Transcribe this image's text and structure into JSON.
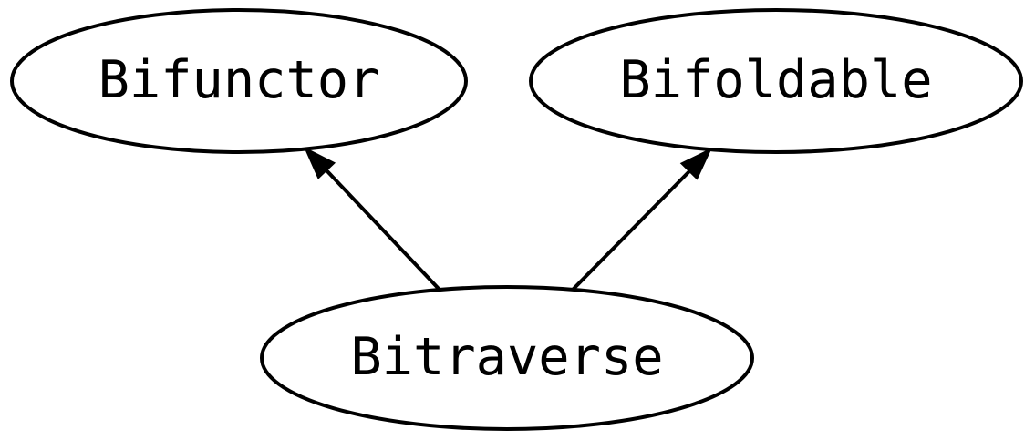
{
  "diagram": {
    "kind": "typeclass-hierarchy-graph",
    "background_color": "#ffffff",
    "node_stroke_color": "#000000",
    "node_fill_color": "#ffffff",
    "edge_color": "#000000",
    "text_color": "#000000",
    "nodes": [
      {
        "id": "bifunctor",
        "label": "Bifunctor",
        "shape": "ellipse"
      },
      {
        "id": "bifoldable",
        "label": "Bifoldable",
        "shape": "ellipse"
      },
      {
        "id": "bitraverse",
        "label": "Bitraverse",
        "shape": "ellipse"
      }
    ],
    "edges": [
      {
        "from": "Bitraverse",
        "to": "Bifunctor",
        "style": "solid-arrow"
      },
      {
        "from": "Bitraverse",
        "to": "Bifoldable",
        "style": "solid-arrow"
      }
    ]
  }
}
